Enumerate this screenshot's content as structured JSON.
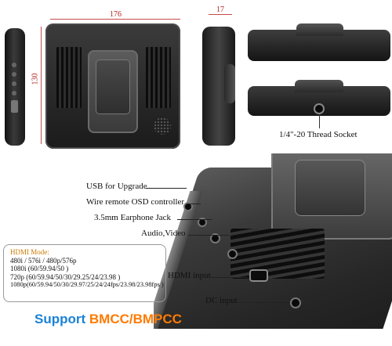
{
  "dimensions": {
    "width_label": "176",
    "height_label": "130",
    "depth_label": "17"
  },
  "callouts": {
    "thread_socket": "1/4\"-20 Thread Socket",
    "usb": "USB for Upgrade",
    "osd": "Wire remote OSD controller",
    "earphone": "3.5mm Earphone Jack",
    "audio_video": "Audio,Video",
    "hdmi_input": "HDMI input",
    "dc_input": "DC input"
  },
  "hdmi_modes": {
    "title": "HDMI Mode:",
    "lines": [
      "480i / 576i / 480p/576p",
      "1080i (60/59.94/50 )",
      "720p (60/59.94/50/30/29.25/24/23.98 )",
      "1080p(60/59.94/50/30/29.97/25/24/24fps/23.98/23.98fps )"
    ]
  },
  "support": {
    "prefix": "Support",
    "brands": "BMCC/BMPCC"
  },
  "colors": {
    "dimension_red": "#b02020",
    "support_blue": "#1a82d6",
    "brand_orange": "#ff7a00",
    "mode_title_orange": "#cc7a00"
  }
}
